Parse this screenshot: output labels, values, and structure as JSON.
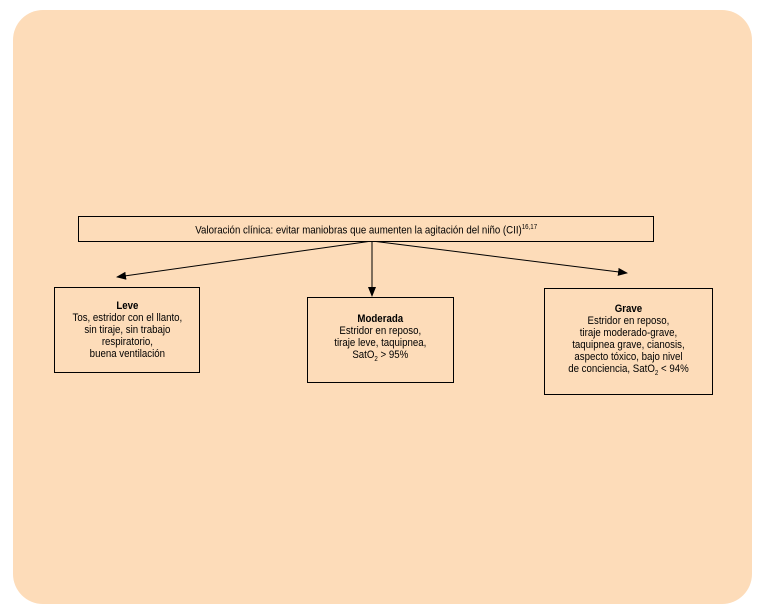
{
  "header": {
    "text": "Valoración clínica: evitar maniobras que aumenten la agitación del niño (CII)",
    "superscript": "16,17"
  },
  "levels": [
    {
      "title": "Leve",
      "lines": [
        "Tos, estridor con el llanto,",
        "sin tiraje, sin trabajo",
        "respiratorio,",
        "buena ventilación"
      ]
    },
    {
      "title": "Moderada",
      "lines": [
        "Estridor en reposo,",
        "tiraje leve, taquipnea,"
      ],
      "sat": {
        "prefix": "SatO",
        "sub": "2",
        "suffix": " > 95%"
      }
    },
    {
      "title": "Grave",
      "lines": [
        "Estridor en reposo,",
        "tiraje moderado-grave,",
        "taquipnea grave, cianosis,",
        "aspecto tóxico, bajo nivel"
      ],
      "sat": {
        "prefix": "de conciencia, SatO",
        "sub": "2",
        "suffix": " < 94%"
      }
    }
  ],
  "colors": {
    "background": "#fddcb9",
    "line": "#000000"
  }
}
